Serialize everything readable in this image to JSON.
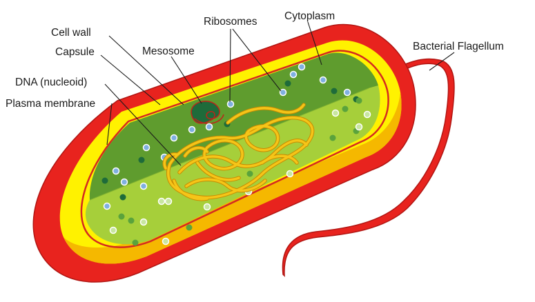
{
  "labels": {
    "cell_wall": "Cell wall",
    "capsule": "Capsule",
    "dna": "DNA (nucleoid)",
    "plasma_membrane": "Plasma membrane",
    "mesosome": "Mesosome",
    "ribosomes": "Ribosomes",
    "cytoplasm": "Cytoplasm",
    "flagellum": "Bacterial Flagellum"
  },
  "colors": {
    "capsule": "#e8231e",
    "cell_wall_yellow": "#fff200",
    "cell_wall_orange": "#f5b800",
    "cytoplasm_dark": "#5f9c2e",
    "cytoplasm_light": "#a6cf3a",
    "dna": "#f5c518",
    "dna_outline": "#c98a00",
    "ribosome": "#7fb0e0",
    "granule_dark": "#1e6b3a"
  }
}
